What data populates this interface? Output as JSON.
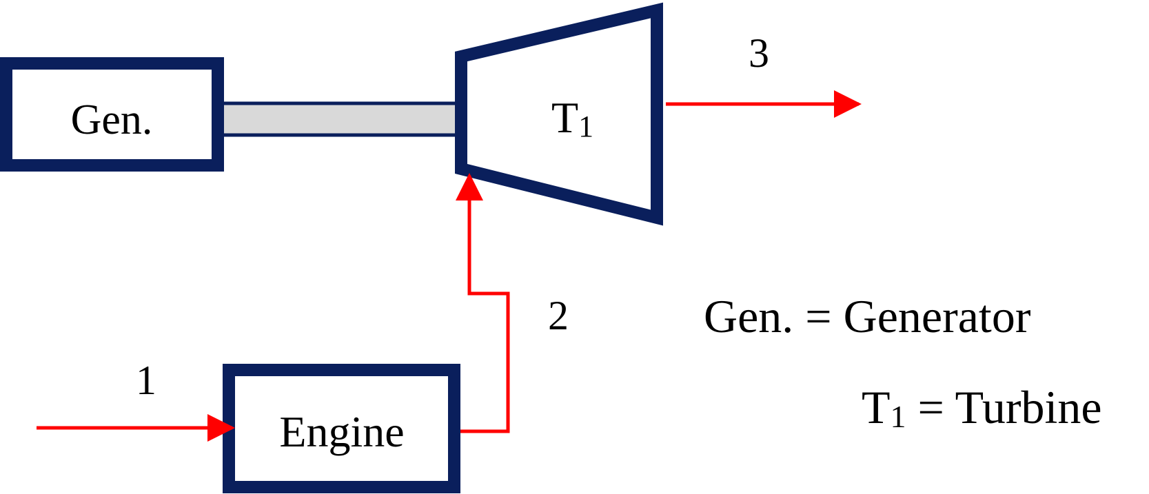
{
  "components": {
    "generator": {
      "label": "Gen."
    },
    "turbine": {
      "label_main": "T",
      "label_sub": "1"
    },
    "engine": {
      "label": "Engine"
    }
  },
  "streams": {
    "s1": {
      "label": "1"
    },
    "s2": {
      "label": "2"
    },
    "s3": {
      "label": "3"
    }
  },
  "legend": {
    "generator": {
      "text": "Gen. = Generator"
    },
    "turbine": {
      "main": "T",
      "sub": "1",
      "text": " = Turbine"
    }
  },
  "colors": {
    "equipment_outline": "#0a1f5c",
    "flow_arrow": "#ff0000",
    "shaft_fill": "#d9d9d9"
  }
}
